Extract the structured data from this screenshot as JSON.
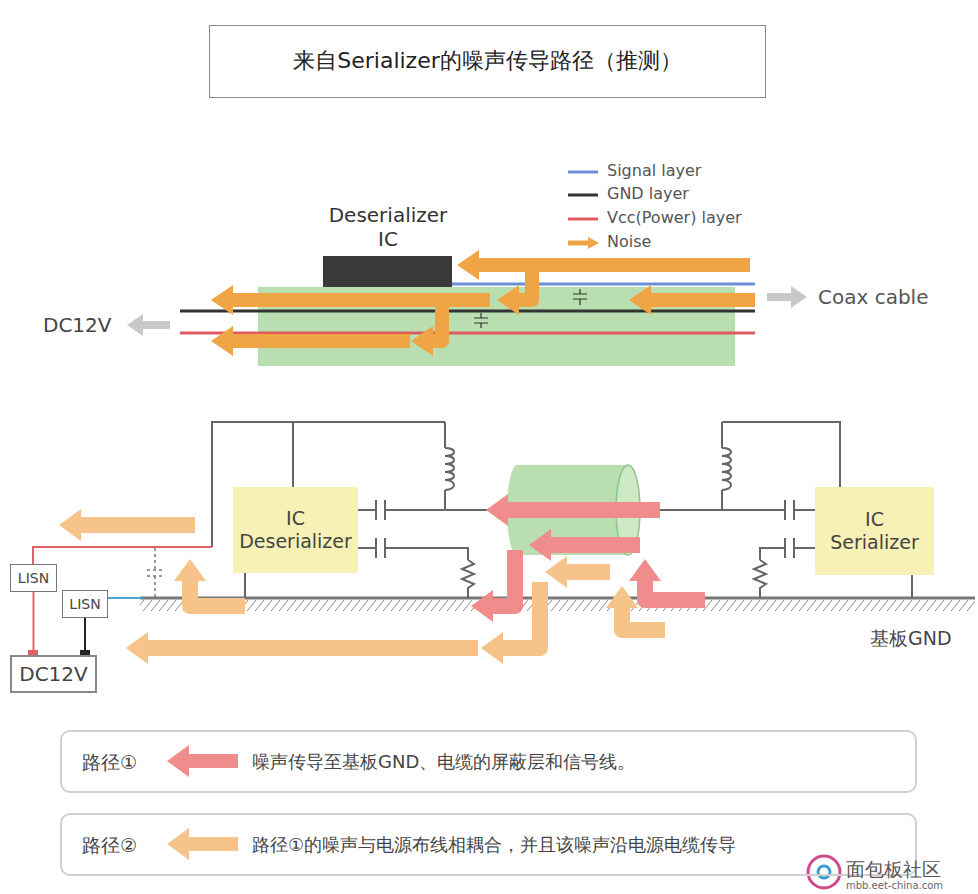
{
  "diagram": {
    "title": "来自Serializer的噪声传导路径（推测）",
    "nodes": [
      {
        "text": [
          "Deserializer IC"
        ]
      },
      {
        "text": [
          "IC Deserializer"
        ]
      },
      {
        "text": [
          "IC Serializer"
        ]
      },
      {
        "text": [
          "LISN"
        ]
      },
      {
        "text": [
          "LISN"
        ]
      },
      {
        "text": [
          "DC12V"
        ]
      },
      {
        "text": [
          "路径①",
          "噪声传导至基板GND、电缆的屏蔽层和信号线。"
        ]
      },
      {
        "text": [
          "路径②",
          "路径①的噪声与电源布线相耦合，并且该噪声沿电源电缆传导"
        ]
      }
    ],
    "edges": [
      {
        "from": 3,
        "to": 5,
        "arrow": "none"
      },
      {
        "from": 4,
        "to": 5,
        "arrow": "none"
      }
    ],
    "labels": [
      "DC12V",
      "Coax cable",
      "基板GND",
      "面包板社区",
      "mbb.eet-china.com"
    ],
    "legend": [
      {
        "text": "Signal layer"
      },
      {
        "text": "GND layer"
      },
      {
        "text": "Vcc(Power) layer"
      },
      {
        "text": "Noise"
      }
    ]
  }
}
